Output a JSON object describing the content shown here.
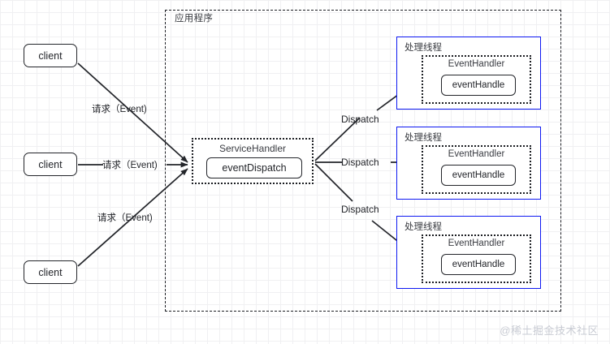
{
  "diagram": {
    "title": "应用程序",
    "clients": [
      {
        "label": "client"
      },
      {
        "label": "client"
      },
      {
        "label": "client"
      }
    ],
    "request_labels": [
      "请求（Event)",
      "请求（Event)",
      "请求（Event)"
    ],
    "service_handler": {
      "title": "ServiceHandler",
      "method": "eventDispatch"
    },
    "dispatch_labels": [
      "Dispatch",
      "Dispatch",
      "Dispatch"
    ],
    "threads": [
      {
        "title": "处理线程",
        "handler_title": "EventHandler",
        "method": "eventHandle"
      },
      {
        "title": "处理线程",
        "handler_title": "EventHandler",
        "method": "eventHandle"
      },
      {
        "title": "处理线程",
        "handler_title": "EventHandler",
        "method": "eventHandle"
      }
    ],
    "watermark": "@稀土掘金技术社区",
    "colors": {
      "thread_border": "#0d18f2",
      "node_border": "#23252a",
      "container_border": "#1d1f24",
      "watermark": "#c9ccd4"
    }
  }
}
